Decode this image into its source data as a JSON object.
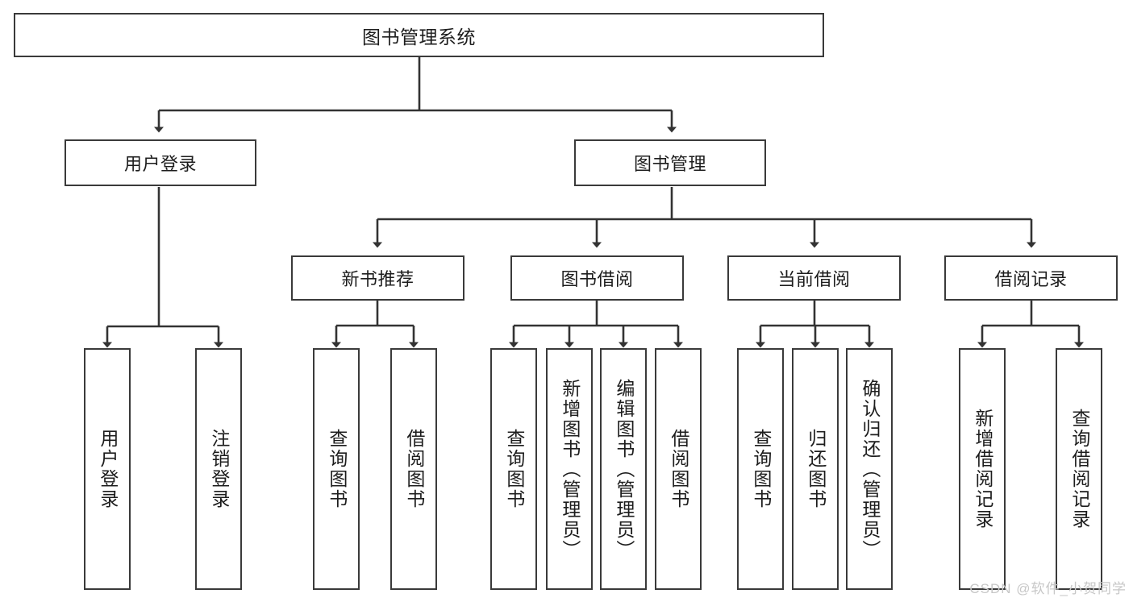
{
  "diagram": {
    "title": "图书管理系统",
    "type": "tree",
    "watermark": "CSDN @软件_小贺同学",
    "colors": {
      "border": "#3a3a3a",
      "text": "#1d1d1d",
      "background": "#ffffff",
      "connector": "#333333",
      "watermark": "#c7c7c7"
    },
    "nodes": {
      "root": {
        "label": "图书管理系统"
      },
      "level2": [
        {
          "id": "user-login",
          "label": "用户登录"
        },
        {
          "id": "book-manage",
          "label": "图书管理"
        }
      ],
      "level3": [
        {
          "id": "new-book-recommend",
          "label": "新书推荐"
        },
        {
          "id": "book-borrow",
          "label": "图书借阅"
        },
        {
          "id": "current-borrow",
          "label": "当前借阅"
        },
        {
          "id": "borrow-record",
          "label": "借阅记录"
        }
      ],
      "leaves": [
        {
          "id": "leaf-user-login",
          "label": "用户登录",
          "parent": "user-login"
        },
        {
          "id": "leaf-logout-login",
          "label": "注销登录",
          "parent": "user-login"
        },
        {
          "id": "leaf-query-book-1",
          "label": "查询图书",
          "parent": "new-book-recommend"
        },
        {
          "id": "leaf-borrow-book-1",
          "label": "借阅图书",
          "parent": "new-book-recommend"
        },
        {
          "id": "leaf-query-book-2",
          "label": "查询图书",
          "parent": "book-borrow"
        },
        {
          "id": "leaf-add-book",
          "label": "新增图书（管理员）",
          "parent": "book-borrow"
        },
        {
          "id": "leaf-edit-book",
          "label": "编辑图书（管理员）",
          "parent": "book-borrow"
        },
        {
          "id": "leaf-borrow-book-2",
          "label": "借阅图书",
          "parent": "book-borrow"
        },
        {
          "id": "leaf-query-book-3",
          "label": "查询图书",
          "parent": "current-borrow"
        },
        {
          "id": "leaf-return-book",
          "label": "归还图书",
          "parent": "current-borrow"
        },
        {
          "id": "leaf-confirm-return",
          "label": "确认归还（管理员）",
          "parent": "current-borrow"
        },
        {
          "id": "leaf-add-record",
          "label": "新增借阅记录",
          "parent": "borrow-record"
        },
        {
          "id": "leaf-query-record",
          "label": "查询借阅记录",
          "parent": "borrow-record"
        }
      ]
    }
  }
}
